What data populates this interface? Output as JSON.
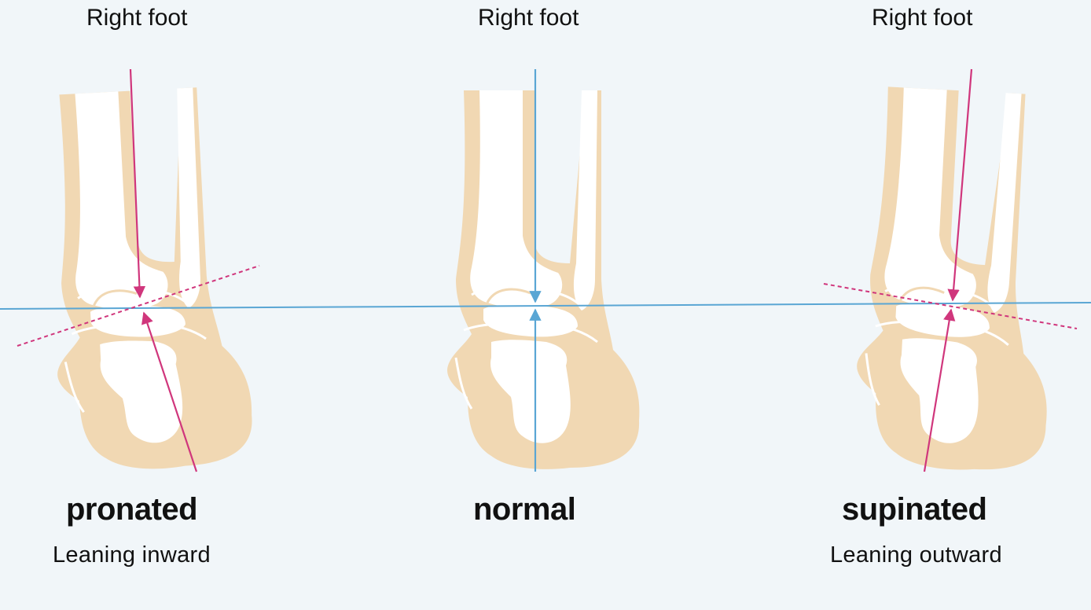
{
  "panels": [
    {
      "foot_label": "Right foot",
      "type": "pronated",
      "description": "Leaning inward"
    },
    {
      "foot_label": "Right foot",
      "type": "normal",
      "description": ""
    },
    {
      "foot_label": "Right foot",
      "type": "supinated",
      "description": "Leaning outward"
    }
  ],
  "colors": {
    "background": "#f1f6f9",
    "bone_tan": "#f1d8b3",
    "bone_white": "#ffffff",
    "reference_line": "#5aa6d4",
    "deviation_line": "#d0367c"
  }
}
